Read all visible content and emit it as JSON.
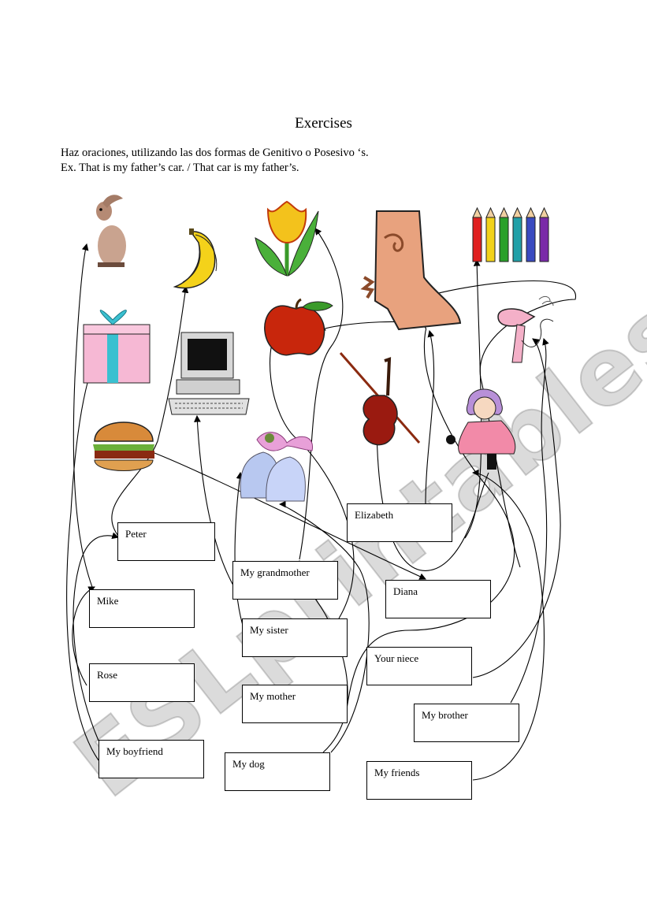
{
  "worksheet": {
    "title": "Exercises",
    "instruction": "Haz oraciones, utilizando las dos formas de Genitivo o Posesivo ‘s.",
    "example": "Ex. That is my father’s car.  /  That car is my father’s."
  },
  "pictures": {
    "rabbit": "rabbit-icon",
    "banana": "banana-icon",
    "tulip": "tulip-icon",
    "boot": "cowboy-boot-icon",
    "pencils": "colored-pencils-icon",
    "gift": "gift-box-icon",
    "computer": "computer-icon",
    "apple": "apple-icon",
    "hairdryer": "hairdryer-icon",
    "violin": "violin-icon",
    "doll": "doll-icon",
    "burger": "hamburger-icon",
    "bells": "wedding-bells-icon"
  },
  "names": {
    "peter": "Peter",
    "elizabeth": "Elizabeth",
    "grandmother": "My grandmother",
    "diana": "Diana",
    "mike": "Mike",
    "sister": "My sister",
    "niece": "Your niece",
    "rose": "Rose",
    "mother": "My mother",
    "brother": "My brother",
    "boyfriend": "My boyfriend",
    "dog": "My dog",
    "friends": "My friends"
  },
  "watermark": "ESLprintables.com"
}
